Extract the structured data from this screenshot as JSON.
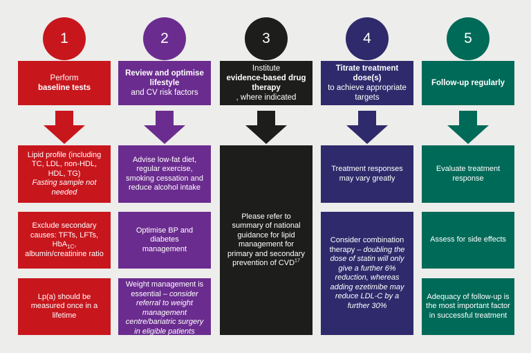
{
  "colors": {
    "step1": "#c8161d",
    "step2": "#6b2c8f",
    "step3": "#1d1d1b",
    "step4": "#2e2a6b",
    "step5": "#006a58",
    "background": "#ededeb"
  },
  "steps": [
    {
      "number": "1",
      "header": {
        "plain_before": "Perform ",
        "bold": "baseline tests",
        "plain_after": ""
      },
      "boxes": [
        {
          "text": "Lipid profile (including TC, LDL, non-HDL, HDL, TG)",
          "italic": "Fasting sample not needed"
        },
        {
          "text_before_sub": "Exclude secondary causes: TFTs, LFTs, HbA",
          "sub": "1C",
          "text_after_sub": ", albumin/creatinine ratio"
        },
        {
          "text": "Lp(a) should be measured once in a lifetime"
        }
      ]
    },
    {
      "number": "2",
      "header": {
        "plain_before": "",
        "bold": "Review and optimise lifestyle",
        "plain_after": " and CV risk factors"
      },
      "boxes": [
        {
          "text": "Advise low-fat diet, regular exercise, smoking cessation and reduce alcohol intake"
        },
        {
          "text": "Optimise BP and diabetes management"
        },
        {
          "text": "Weight management is essential – ",
          "italic": "consider referral to weight management centre/bariatric surgery in eligible patients"
        }
      ]
    },
    {
      "number": "3",
      "header": {
        "plain_before": "Institute ",
        "bold": "evidence-based drug therapy",
        "plain_after": ", where indicated"
      },
      "boxes": [
        {
          "text": "Please refer to summary of national guidance for lipid management for primary and secondary prevention of CVD",
          "sup": "17"
        }
      ]
    },
    {
      "number": "4",
      "header": {
        "plain_before": "",
        "bold": "Titrate treatment dose(s)",
        "plain_after": " to achieve appropriate targets"
      },
      "boxes": [
        {
          "text": "Treatment responses may vary greatly"
        },
        {
          "text": "Consider combination therapy – ",
          "italic": "doubling the dose of statin will only give a further 6% reduction, whereas adding ezetimibe may reduce LDL-C by a further 30%"
        }
      ]
    },
    {
      "number": "5",
      "header": {
        "plain_before": "",
        "bold": "Follow-up regularly",
        "plain_after": ""
      },
      "boxes": [
        {
          "text": "Evaluate treatment response"
        },
        {
          "text": "Assess for side effects"
        },
        {
          "text": "Adequacy of follow-up is the most important factor in successful treatment"
        }
      ]
    }
  ]
}
